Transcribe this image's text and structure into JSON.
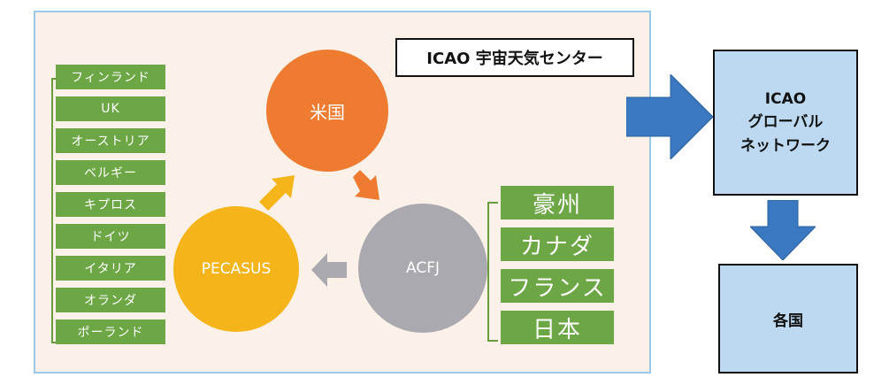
{
  "title_box": "ICAO 宇宙天気センター",
  "left_countries": [
    "フィンランド",
    "UK",
    "オーストリア",
    "ベルギー",
    "キプロス",
    "ドイツ",
    "イタリア",
    "オランダ",
    "ポーランド"
  ],
  "right_countries": [
    "豪州",
    "カナダ",
    "フランス",
    "日本"
  ],
  "circles": {
    "us": "米国",
    "pecasus": "PECASUS",
    "acfj": "ACFJ"
  },
  "global_network": {
    "line1": "ICAO",
    "line2": "グローバル",
    "line3": "ネットワーク"
  },
  "countries_box": "各国",
  "colors": {
    "green": "#6ca645",
    "orange": "#ee7b30",
    "yellow": "#f4b41a",
    "gray": "#a9a9af",
    "blue_arrow": "#3a78c2",
    "light_blue": "#bcd9f1"
  }
}
